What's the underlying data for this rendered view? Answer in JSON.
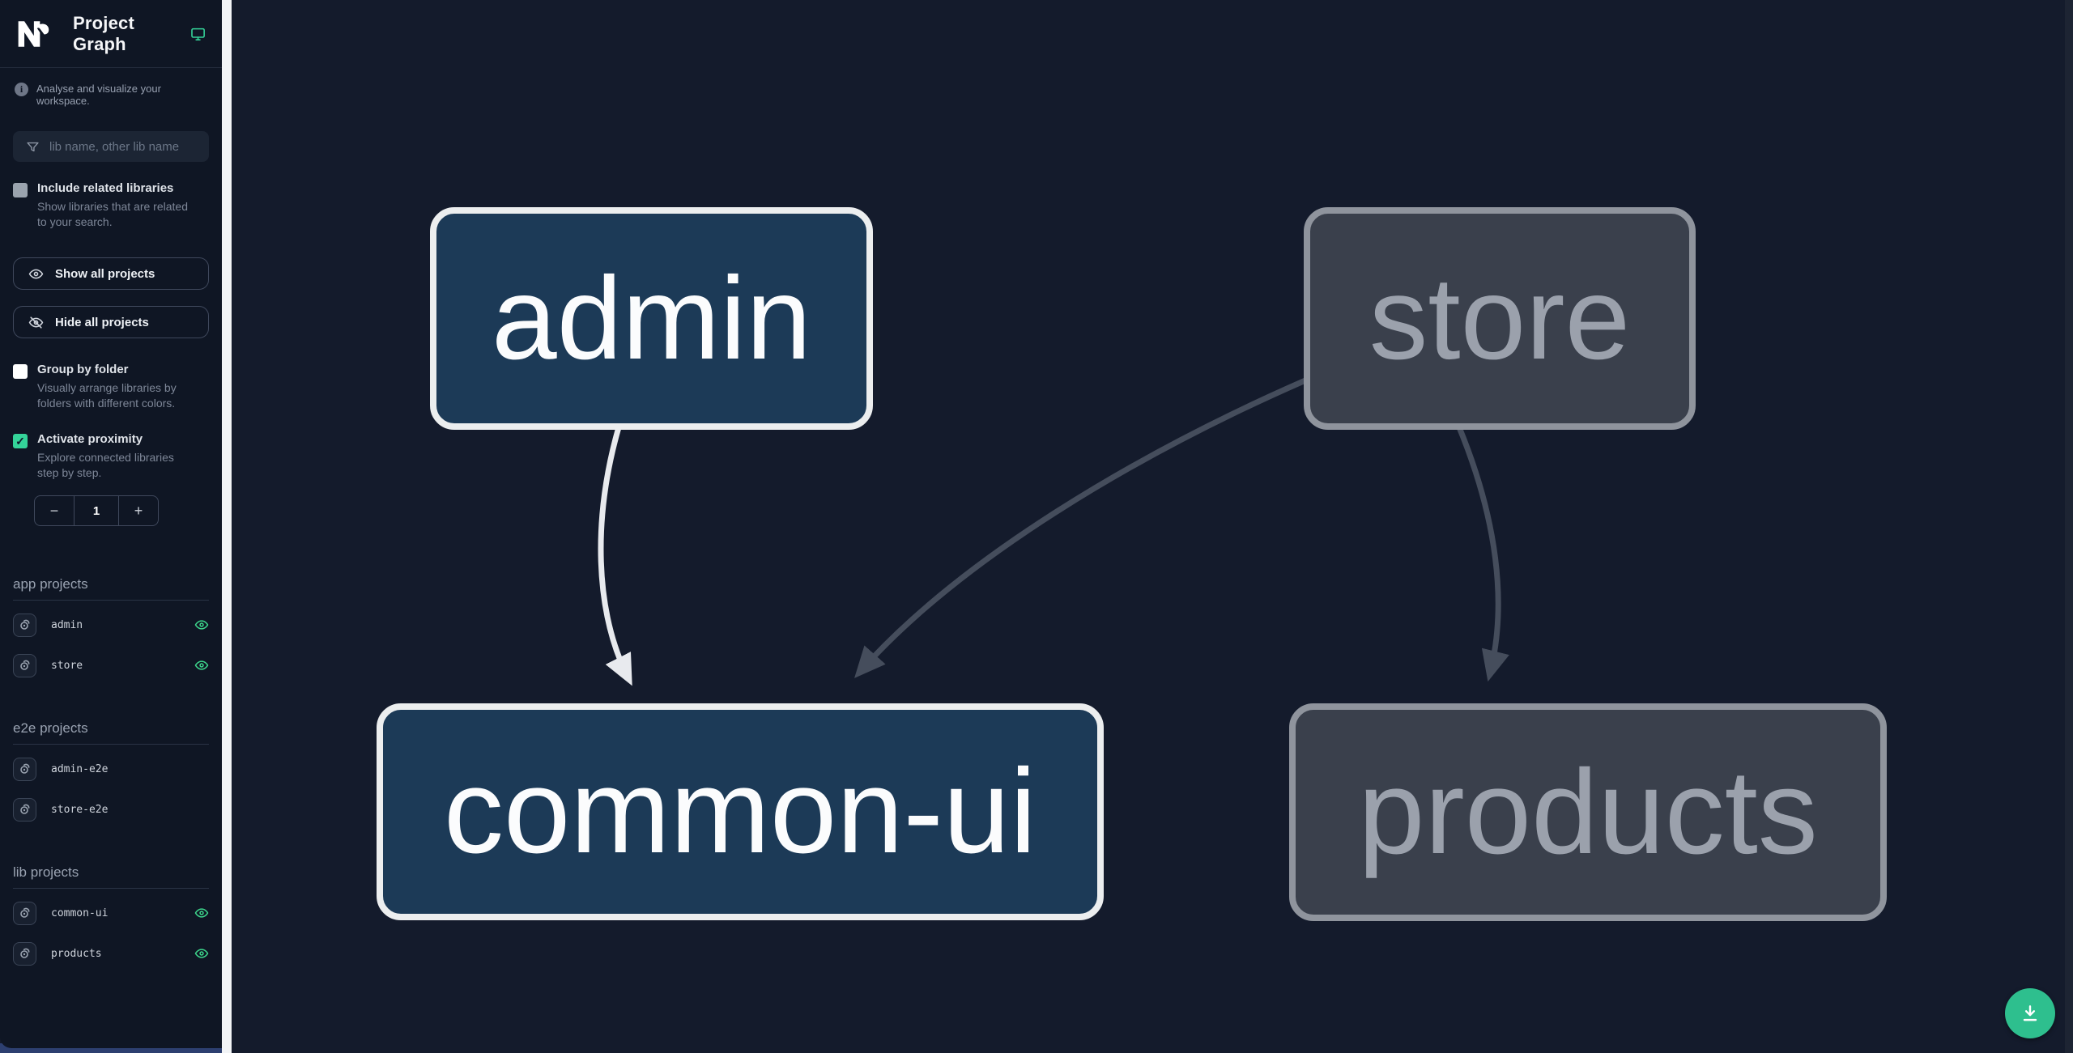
{
  "header": {
    "title": "Project Graph"
  },
  "intro": {
    "text": "Analyse and visualize your workspace."
  },
  "search": {
    "placeholder": "lib name, other lib name"
  },
  "options": {
    "include_related": {
      "label": "Include related libraries",
      "description": "Show libraries that are related to your search.",
      "checked": false
    },
    "group_by_folder": {
      "label": "Group by folder",
      "description": "Visually arrange libraries by folders with different colors.",
      "checked": false
    },
    "activate_proximity": {
      "label": "Activate proximity",
      "description": "Explore connected libraries step by step.",
      "checked": true,
      "check_glyph": "✓",
      "decrement_label": "−",
      "value": "1",
      "increment_label": "+"
    }
  },
  "actions": {
    "show_all": "Show all projects",
    "hide_all": "Hide all projects"
  },
  "sections": [
    {
      "title": "app projects",
      "items": [
        {
          "name": "admin",
          "eye": true
        },
        {
          "name": "store",
          "eye": true
        }
      ]
    },
    {
      "title": "e2e projects",
      "items": [
        {
          "name": "admin-e2e",
          "eye": false
        },
        {
          "name": "store-e2e",
          "eye": false
        }
      ]
    },
    {
      "title": "lib projects",
      "items": [
        {
          "name": "common-ui",
          "eye": true
        },
        {
          "name": "products",
          "eye": true
        }
      ]
    }
  ],
  "graph": {
    "nodes": [
      {
        "id": "admin",
        "label": "admin",
        "state": "focused"
      },
      {
        "id": "store",
        "label": "store",
        "state": "unfocused"
      },
      {
        "id": "common-ui",
        "label": "common-ui",
        "state": "focused"
      },
      {
        "id": "products",
        "label": "products",
        "state": "unfocused"
      }
    ],
    "edges": [
      {
        "from": "admin",
        "to": "common-ui",
        "highlighted": true
      },
      {
        "from": "store",
        "to": "common-ui",
        "highlighted": false
      },
      {
        "from": "store",
        "to": "products",
        "highlighted": false
      }
    ]
  },
  "colors": {
    "accent_teal": "#34d399",
    "fab_green": "#2ebf8e",
    "focused_node_fill": "#1c3a57",
    "focused_node_border": "#eceeef",
    "unfocused_node_fill": "#3a404c",
    "unfocused_node_border": "#8f949d",
    "edge_highlight": "#e8eaee",
    "edge_dim": "#454d5c",
    "canvas_bg": "#141b2c",
    "sidebar_bg": "#0f1624"
  }
}
